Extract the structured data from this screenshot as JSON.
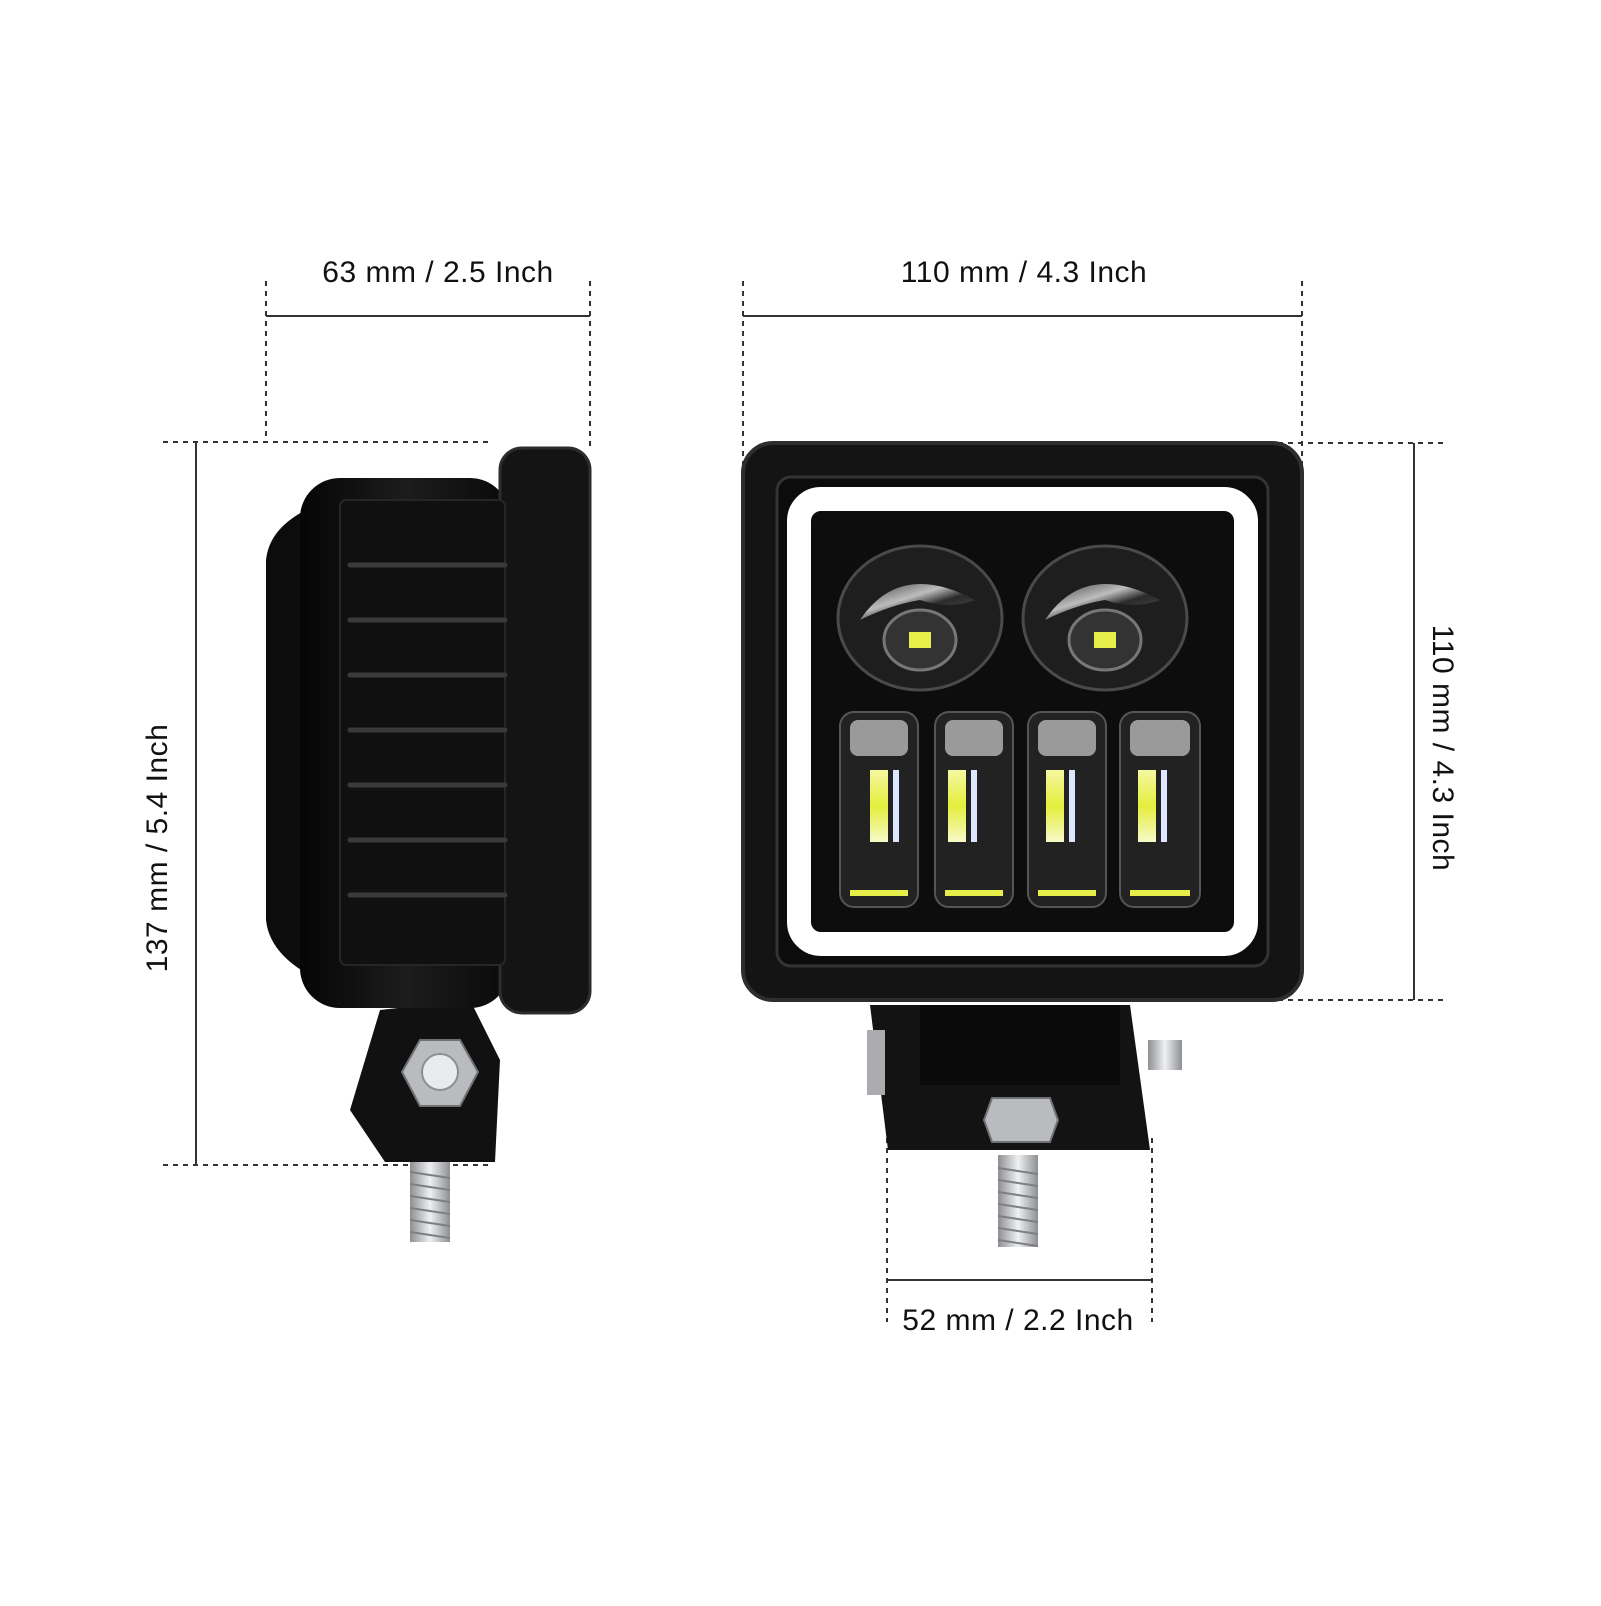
{
  "dimensions": {
    "side_width": "63 mm / 2.5 Inch",
    "side_height": "137 mm / 5.4 Inch",
    "front_width": "110 mm / 4.3 Inch",
    "front_height": "110 mm / 4.3 Inch",
    "bracket_width": "52 mm / 2.2 Inch"
  },
  "colors": {
    "housing": "#141414",
    "housing_edge": "#2b2b2b",
    "halo_ring": "#ffffff",
    "led_yellow": "#e6ef4a",
    "bolt_metal": "#c9cbcd",
    "dimension_line": "#333333"
  }
}
